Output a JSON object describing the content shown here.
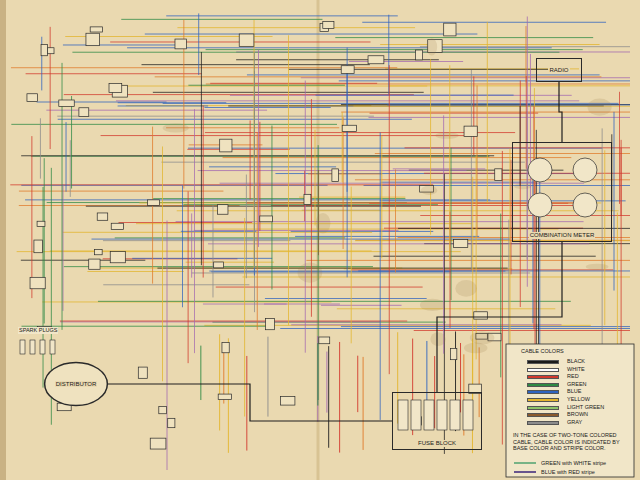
{
  "diagram": {
    "nodes": [
      {
        "text": [
          "DISTRIBUTOR"
        ]
      },
      {
        "text": [
          "FUSE BLOCK"
        ]
      },
      {
        "text": [
          "COMBINATION METER"
        ]
      },
      {
        "text": [
          "RADIO"
        ]
      }
    ],
    "edges": [
      {
        "from": 1,
        "to": 2,
        "arrow": "none"
      },
      {
        "from": 1,
        "to": 0,
        "arrow": "none"
      },
      {
        "from": 2,
        "to": 3,
        "arrow": "none"
      }
    ],
    "labels": [
      "SPARK PLUGS",
      "CABLE COLORS",
      "IN THE CASE OF TWO-TONE COLORED CABLE, CABLE COLOR IS INDICATED BY BASE COLOR AND STRIPE COLOR.",
      "GREEN with WHITE stripe",
      "BLUE with RED stripe"
    ],
    "legend": [
      {
        "text": "BLACK",
        "color": "#1a1a1a"
      },
      {
        "text": "WHITE",
        "color": "#ffffff"
      },
      {
        "text": "RED",
        "color": "#d23a2e"
      },
      {
        "text": "GREEN",
        "color": "#2f8a45"
      },
      {
        "text": "BLUE",
        "color": "#2f63c0"
      },
      {
        "text": "YELLOW",
        "color": "#e3b52e"
      },
      {
        "text": "LIGHT GREEN",
        "color": "#8cc46a"
      },
      {
        "text": "BROWN",
        "color": "#8a5a2e"
      },
      {
        "text": "GRAY",
        "color": "#8c8c8c"
      }
    ]
  }
}
